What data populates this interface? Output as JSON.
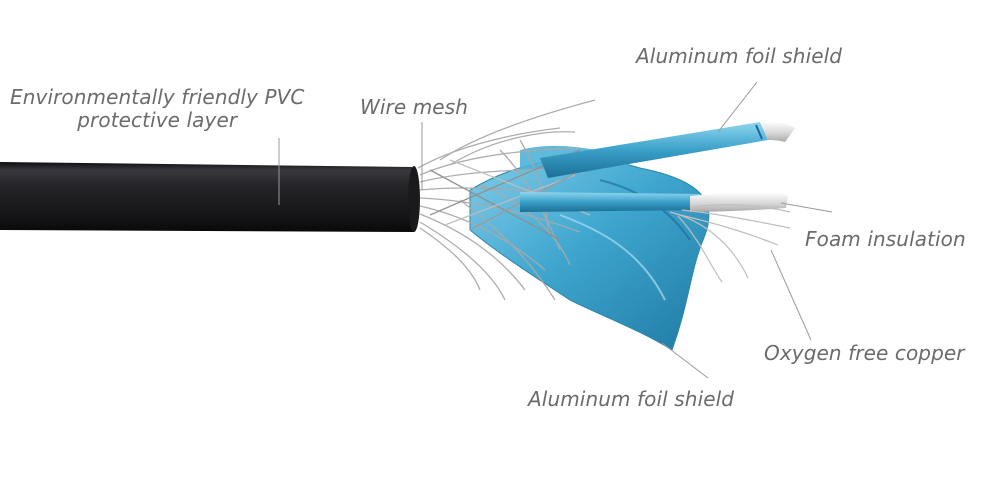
{
  "labels": {
    "pvc_line1": "Environmentally friendly PVC",
    "pvc_line2": "protective layer",
    "wire_mesh": "Wire mesh",
    "foil_top": "Aluminum foil shield",
    "foam": "Foam insulation",
    "copper": "Oxygen free copper",
    "foil_bottom": "Aluminum foil shield"
  },
  "colors": {
    "jacket": "#1f1f22",
    "foil": "#3fa6cf",
    "braid": "#a9a9a9",
    "foam": "#dcdcdc",
    "label_text": "#6b6b6b",
    "leader": "#9a9a9a"
  }
}
